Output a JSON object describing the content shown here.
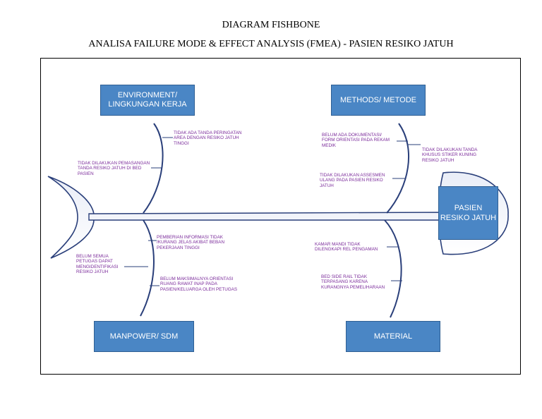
{
  "title": "DIAGRAM FISHBONE",
  "subtitle": "ANALISA FAILURE MODE & EFFECT ANALYSIS (FMEA) - PASIEN RESIKO JATUH",
  "head": {
    "label": "PASIEN RESIKO JATUH"
  },
  "categories": {
    "environment": "ENVIRONMENT/ LINGKUNGAN KERJA",
    "methods": "METHODS/ METODE",
    "manpower": "MANPOWER/ SDM",
    "material": "MATERIAL"
  },
  "causes": {
    "env_1": "TIDAK ADA TANDA PERINGATAN AREA DENGAN RESIKO JATUH TINGGI",
    "env_2": "TIDAK DILAKUKAN PEMASANGAN TANDA RESIKO JATUH DI BED PASIEN",
    "met_1": "BELUM ADA DOKUMENTASI/ FORM ORIENTASI PADA REKAM MEDIK",
    "met_2": "TIDAK DILAKUKAN TANDA KHUSUS STIKER KUNING RESIKO JATUH",
    "met_3": "TIDAK DILAKUKAN ASSESMEN ULANG PADA PASIEN RESIKO JATUH",
    "man_1": "PEMBERIAN INFORMASI TIDAK /KURANG JELAS AKIBAT BEBAN PEKERJAAN TINGGI",
    "man_2": "BELUM SEMUA PETUGAS DAPAT MENGIDENTIFIKASI RESIKO JATUH",
    "man_3": "BELUM MAKSIMALNYA ORIENTASI RUANG RAWAT INAP PADA PASIEN/KELUARGA OLEH PETUGAS",
    "mat_1": "KAMAR MANDI TIDAK DILENGKAPI REL PENGAMAN",
    "mat_2": "BED SIDE RAIL TIDAK TERPASANG KARENA KURANGNYA PEMELIHARAAN"
  },
  "colors": {
    "box": "#4a86c5",
    "bone": "#2a3f7a",
    "text": "#7a2a9a"
  }
}
